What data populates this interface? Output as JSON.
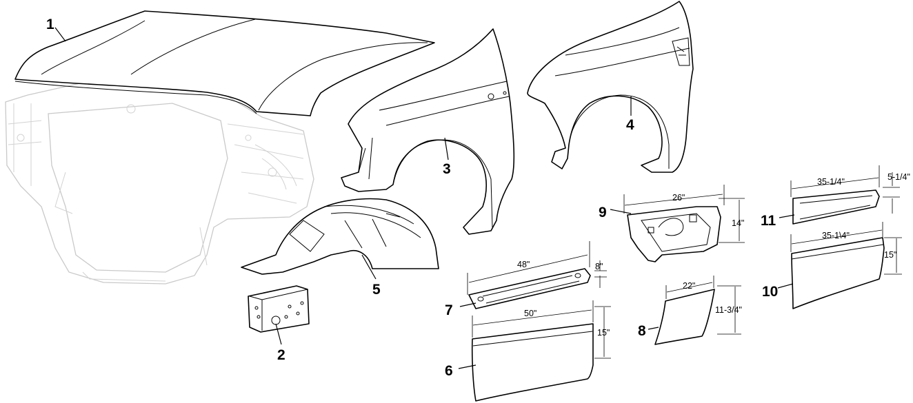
{
  "callouts": {
    "hood": "1",
    "bracket": "2",
    "left_fender": "3",
    "right_fender": "4",
    "inner_liner": "5",
    "lower_panel_50": "6",
    "dogleg_48": "7",
    "patch_22": "8",
    "corner_26": "9",
    "panel_35_lower": "10",
    "panel_35_upper": "11"
  },
  "dimensions": {
    "p7_width": "48\"",
    "p7_height": "8\"",
    "p6_width": "50\"",
    "p6_height": "15\"",
    "p9_width": "26\"",
    "p9_height": "14\"",
    "p8_width": "22\"",
    "p8_height": "11-3/4\"",
    "p11_width": "35-1/4\"",
    "p11_height": "5-1/4\"",
    "p10_width": "35-1\\4\"",
    "p10_height": "15\""
  },
  "colors": {
    "line": "#000000",
    "ghost_line": "#c9c9c9",
    "background": "#ffffff"
  }
}
